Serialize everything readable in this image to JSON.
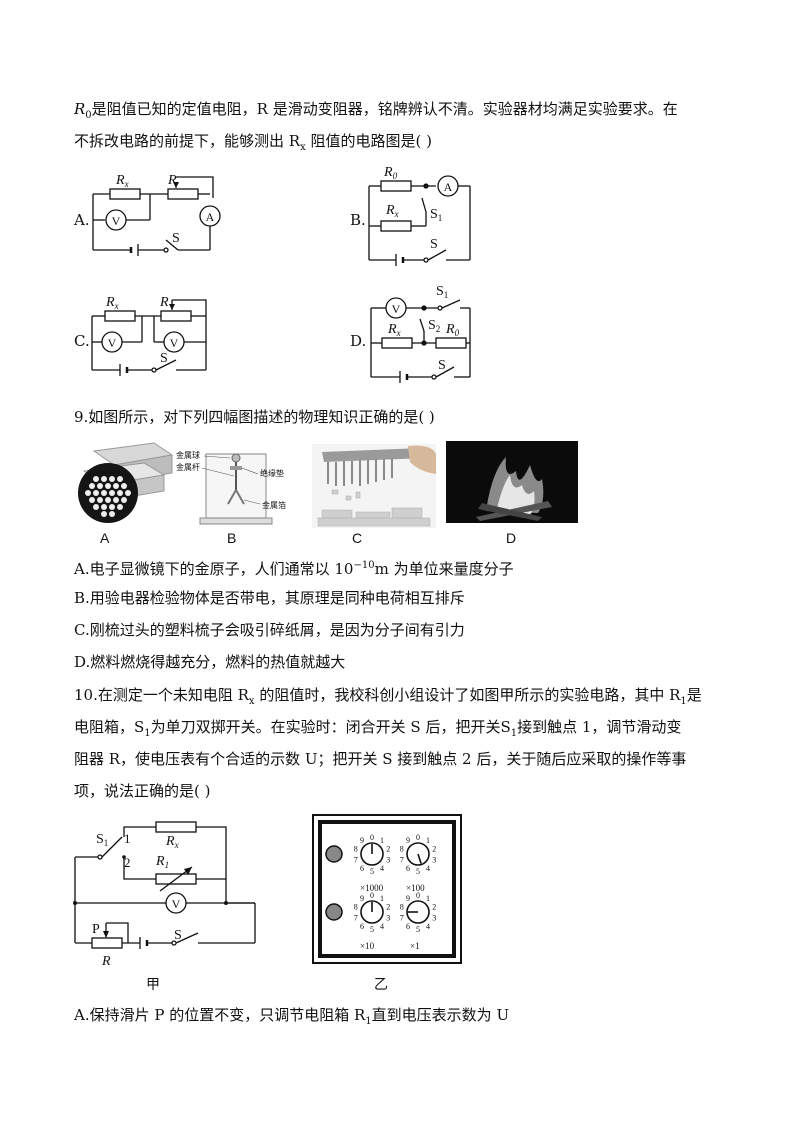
{
  "q8": {
    "line1_pre": "R",
    "line1_sub": "0",
    "line1_rest": "是阻值已知的定值电阻，R 是滑动变阻器，铭牌辨认不清。实验器材均满足实验要求。在",
    "line2_pre": "不拆改电路的前提下，能够测出 R",
    "line2_sub": "x",
    "line2_rest": " 阻值的电路图是(    )",
    "options": [
      "A.",
      "B.",
      "C.",
      "D."
    ],
    "circuit_labels": {
      "rx": "R",
      "rx_sub": "x",
      "r": "R",
      "r0": "R",
      "r0_sub": "0",
      "s": "S",
      "s1": "S",
      "s1_sub": "1",
      "s2": "S",
      "s2_sub": "2",
      "v": "V",
      "a": "A"
    }
  },
  "q9": {
    "stem": "9.如图所示，对下列四幅图描述的物理知识正确的是(    )",
    "captions": [
      "A",
      "B",
      "C",
      "D"
    ],
    "electroscope_labels": [
      "金属球",
      "金属杆",
      "绝缘垫",
      "金属箔"
    ],
    "opt_a_pre": "A.电子显微镜下的金原子，人们通常以 10",
    "opt_a_sup": "−10",
    "opt_a_rest": "m 为单位来量度分子",
    "opt_b": "B.用验电器检验物体是否带电，其原理是同种电荷相互排斥",
    "opt_c": "C.刚梳过头的塑料梳子会吸引碎纸屑，是因为分子间有引力",
    "opt_d": "D.燃料燃烧得越充分，燃料的热值就越大"
  },
  "q10": {
    "line1_pre": "10.在测定一个未知电阻 R",
    "line1_sub": "x",
    "line1_mid": " 的阻值时，我校科创小组设计了如图甲所示的实验电路，其中 R",
    "line1_sub2": "1",
    "line1_rest": "是",
    "line2_pre": "电阻箱，S",
    "line2_sub": "1",
    "line2_mid": "为单刀双掷开关。在实验时：闭合开关 S 后，把开关S",
    "line2_sub2": "1",
    "line2_rest": "接到触点 1，调节滑动变",
    "line3": "阻器 R，使电压表有个合适的示数 U；把开关 S 接到触点 2 后，关于随后应采取的操作等事",
    "line4": "项，说法正确的是(    )",
    "fig_labels": {
      "s1": "S",
      "s1_sub": "1",
      "p1": "1",
      "p2": "2",
      "rx": "R",
      "rx_sub": "x",
      "r1": "R",
      "r1_sub": "1",
      "v": "V",
      "p": "P",
      "r": "R",
      "s": "S"
    },
    "fig_jia": "甲",
    "fig_yi": "乙",
    "dial_digits": [
      "0",
      "1",
      "2",
      "3",
      "4",
      "5",
      "6",
      "7",
      "8",
      "9"
    ],
    "multipliers": [
      "×1000",
      "×100",
      "×10",
      "×1"
    ],
    "opt_a_pre": "A.保持滑片 P 的位置不变，只调节电阻箱 R",
    "opt_a_sub": "1",
    "opt_a_rest": "直到电压表示数为 U"
  }
}
